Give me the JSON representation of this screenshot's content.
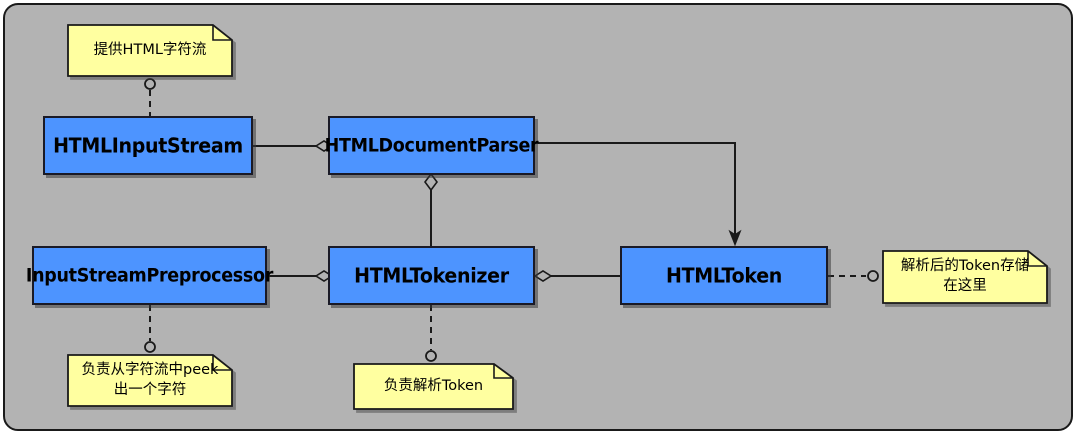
{
  "diagram": {
    "kind": "uml-class-diagram",
    "background_color": "#b3b3b3",
    "border_color": "#1a1a1a",
    "class_fill_color": "#4d94ff",
    "note_fill_color": "#ffffa0",
    "connector_color": "#1a1a1a",
    "classes": [
      {
        "id": "html-input-stream",
        "label": "HTMLInputStream"
      },
      {
        "id": "html-document-parser",
        "label": "HTMLDocumentParser"
      },
      {
        "id": "input-stream-preprocessor",
        "label": "InputStreamPreprocessor"
      },
      {
        "id": "html-tokenizer",
        "label": "HTMLTokenizer"
      },
      {
        "id": "html-token",
        "label": "HTMLToken"
      }
    ],
    "notes": [
      {
        "id": "note-input-stream",
        "attached_to": "html-input-stream",
        "lines": [
          "提供HTML字符流"
        ]
      },
      {
        "id": "note-preprocessor",
        "attached_to": "input-stream-preprocessor",
        "lines": [
          "负责从字符流中peek",
          "出一个字符"
        ]
      },
      {
        "id": "note-tokenizer",
        "attached_to": "html-tokenizer",
        "lines": [
          "负责解析Token"
        ]
      },
      {
        "id": "note-token",
        "attached_to": "html-token",
        "lines": [
          "解析后的Token存储",
          "在这里"
        ]
      }
    ],
    "connectors": [
      {
        "id": "conn-inputstream-parser",
        "from": "html-input-stream",
        "to": "html-document-parser",
        "type": "aggregation",
        "style": "solid"
      },
      {
        "id": "conn-parser-token",
        "from": "html-document-parser",
        "to": "html-token",
        "type": "directed-association",
        "style": "solid"
      },
      {
        "id": "conn-parser-tokenizer",
        "from": "html-document-parser",
        "to": "html-tokenizer",
        "type": "aggregation",
        "style": "solid"
      },
      {
        "id": "conn-preprocessor-tokenizer",
        "from": "input-stream-preprocessor",
        "to": "html-tokenizer",
        "type": "aggregation",
        "style": "solid"
      },
      {
        "id": "conn-tokenizer-token",
        "from": "html-tokenizer",
        "to": "html-token",
        "type": "aggregation",
        "style": "solid"
      },
      {
        "id": "conn-note-inputstream",
        "from": "note-input-stream",
        "to": "html-input-stream",
        "type": "note-anchor",
        "style": "dashed"
      },
      {
        "id": "conn-note-preprocessor",
        "from": "note-preprocessor",
        "to": "input-stream-preprocessor",
        "type": "note-anchor",
        "style": "dashed"
      },
      {
        "id": "conn-note-tokenizer",
        "from": "note-tokenizer",
        "to": "html-tokenizer",
        "type": "note-anchor",
        "style": "dashed"
      },
      {
        "id": "conn-note-token",
        "from": "note-token",
        "to": "html-token",
        "type": "note-anchor",
        "style": "dashed"
      }
    ]
  }
}
